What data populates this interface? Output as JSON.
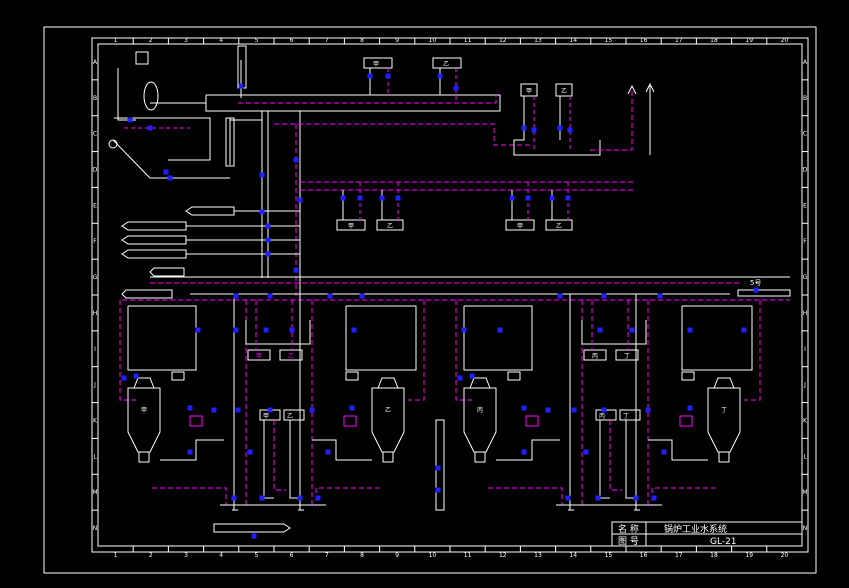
{
  "title_block": {
    "name_label": "名 称",
    "name_value": "锅炉工业水系统",
    "number_label": "图 号",
    "number_value": "GL-21"
  },
  "grid": {
    "columns": [
      "1",
      "2",
      "3",
      "4",
      "5",
      "6",
      "7",
      "8",
      "9",
      "10",
      "11",
      "12",
      "13",
      "14",
      "15",
      "16",
      "17",
      "18",
      "19",
      "20"
    ],
    "rows": [
      "A",
      "B",
      "C",
      "D",
      "E",
      "F",
      "G",
      "H",
      "I",
      "J",
      "K",
      "L",
      "M",
      "N"
    ]
  },
  "labels": {
    "pipe_5": "5号",
    "top_pumps": [
      "甲",
      "乙"
    ],
    "right_pumps": [
      "甲",
      "乙"
    ],
    "mid_pumps_left": [
      "甲",
      "乙"
    ],
    "mid_pumps_right": [
      "甲",
      "乙"
    ],
    "unit_pumps_left": [
      "甲",
      "乙"
    ],
    "unit_pumps_right": [
      "丙",
      "丁"
    ],
    "lower_pumps_left": [
      "甲",
      "乙"
    ],
    "lower_pumps_right": [
      "丙",
      "丁"
    ],
    "mills": [
      "甲",
      "乙",
      "丙",
      "丁"
    ]
  },
  "colors": {
    "frame": "#ffffff",
    "water_supply": "#ffffff",
    "water_return": "#ff00ff",
    "valve": "#2020ff"
  }
}
